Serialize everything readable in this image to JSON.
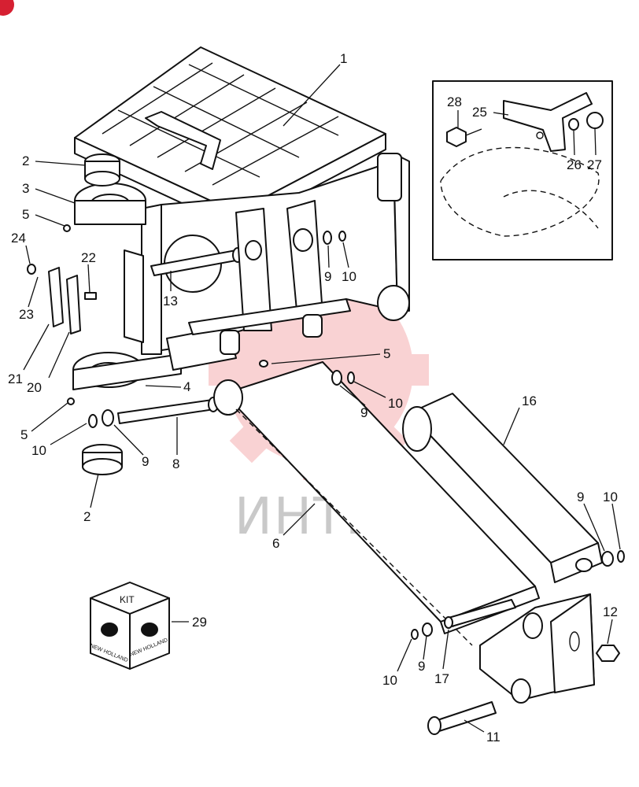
{
  "watermark_text": "ИНТЕХ",
  "kit": {
    "label": "KIT",
    "brand": "NEW HOLLAND",
    "callout": "29"
  },
  "inset_callouts": [
    "28",
    "25",
    "26",
    "27"
  ],
  "callouts": [
    "1",
    "2",
    "3",
    "5",
    "24",
    "22",
    "23",
    "21",
    "20",
    "13",
    "9",
    "10",
    "5",
    "4",
    "5",
    "10",
    "9",
    "8",
    "2",
    "10",
    "9",
    "6",
    "16",
    "9",
    "10",
    "12",
    "10",
    "9",
    "17",
    "11"
  ],
  "colors": {
    "line": "#111111",
    "watermark": "#e8383d",
    "watermark_text": "#c9c9c9",
    "badge": "#d62032"
  }
}
